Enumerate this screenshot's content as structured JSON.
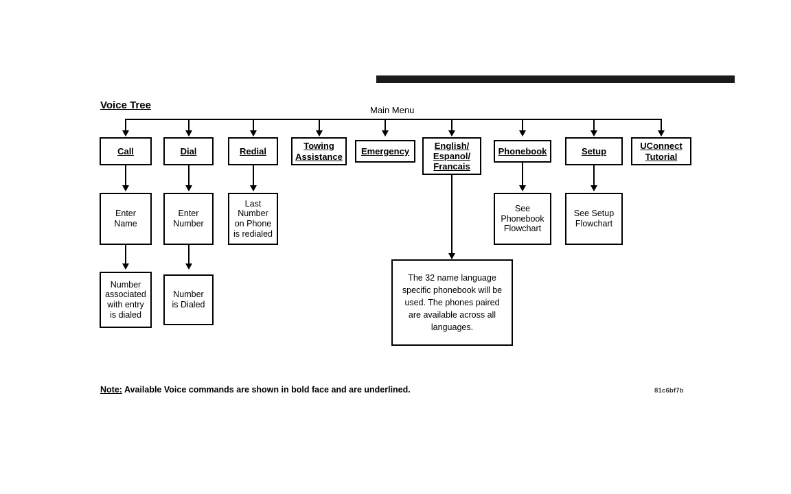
{
  "document": {
    "title": "Voice Tree",
    "main_menu_label": "Main Menu",
    "code": "81c6bf7b",
    "note_prefix": "Note:",
    "note_text": " Available Voice commands are shown in bold face and are underlined."
  },
  "colors": {
    "line": "#000000",
    "box_border": "#000000",
    "background": "#ffffff",
    "rule": "#1a1a1a"
  },
  "chart_data": {
    "type": "diagram",
    "title": "Voice Tree",
    "root": "Main Menu",
    "nodes": [
      {
        "id": "call",
        "label": "Call",
        "style": "command",
        "row": 1
      },
      {
        "id": "dial",
        "label": "Dial",
        "style": "command",
        "row": 1
      },
      {
        "id": "redial",
        "label": "Redial",
        "style": "command",
        "row": 1
      },
      {
        "id": "towing",
        "label": "Towing\nAssistance",
        "style": "command",
        "row": 1
      },
      {
        "id": "emergency",
        "label": "Emergency",
        "style": "command",
        "row": 1
      },
      {
        "id": "language",
        "label": "English/\nEspanol/\nFrancais",
        "style": "command",
        "row": 1
      },
      {
        "id": "phonebook",
        "label": "Phonebook",
        "style": "command",
        "row": 1
      },
      {
        "id": "setup",
        "label": "Setup",
        "style": "command",
        "row": 1
      },
      {
        "id": "uconnect",
        "label": "UConnect\nTutorial",
        "style": "command",
        "row": 1
      },
      {
        "id": "enter-name",
        "label": "Enter\nName",
        "style": "plain",
        "row": 2
      },
      {
        "id": "enter-number",
        "label": "Enter\nNumber",
        "style": "plain",
        "row": 2
      },
      {
        "id": "last-number",
        "label": "Last\nNumber\non Phone\nis redialed",
        "style": "plain",
        "row": 2
      },
      {
        "id": "see-phonebook",
        "label": "See\nPhonebook\nFlowchart",
        "style": "plain",
        "row": 2
      },
      {
        "id": "see-setup",
        "label": "See Setup\nFlowchart",
        "style": "plain",
        "row": 2
      },
      {
        "id": "number-associated",
        "label": "Number\nassociated\nwith entry\nis dialed",
        "style": "plain",
        "row": 3
      },
      {
        "id": "number-dialed",
        "label": "Number\nis Dialed",
        "style": "plain",
        "row": 3
      },
      {
        "id": "language-note",
        "label": "The 32 name language specific phonebook will be used. The phones paired are available across all languages.",
        "style": "note",
        "row": 3
      }
    ],
    "edges": [
      {
        "from": "main-menu",
        "to": "call"
      },
      {
        "from": "main-menu",
        "to": "dial"
      },
      {
        "from": "main-menu",
        "to": "redial"
      },
      {
        "from": "main-menu",
        "to": "towing"
      },
      {
        "from": "main-menu",
        "to": "emergency"
      },
      {
        "from": "main-menu",
        "to": "language"
      },
      {
        "from": "main-menu",
        "to": "phonebook"
      },
      {
        "from": "main-menu",
        "to": "setup"
      },
      {
        "from": "main-menu",
        "to": "uconnect"
      },
      {
        "from": "call",
        "to": "enter-name"
      },
      {
        "from": "dial",
        "to": "enter-number"
      },
      {
        "from": "redial",
        "to": "last-number"
      },
      {
        "from": "phonebook",
        "to": "see-phonebook"
      },
      {
        "from": "setup",
        "to": "see-setup"
      },
      {
        "from": "enter-name",
        "to": "number-associated"
      },
      {
        "from": "enter-number",
        "to": "number-dialed"
      },
      {
        "from": "language",
        "to": "language-note"
      }
    ]
  }
}
